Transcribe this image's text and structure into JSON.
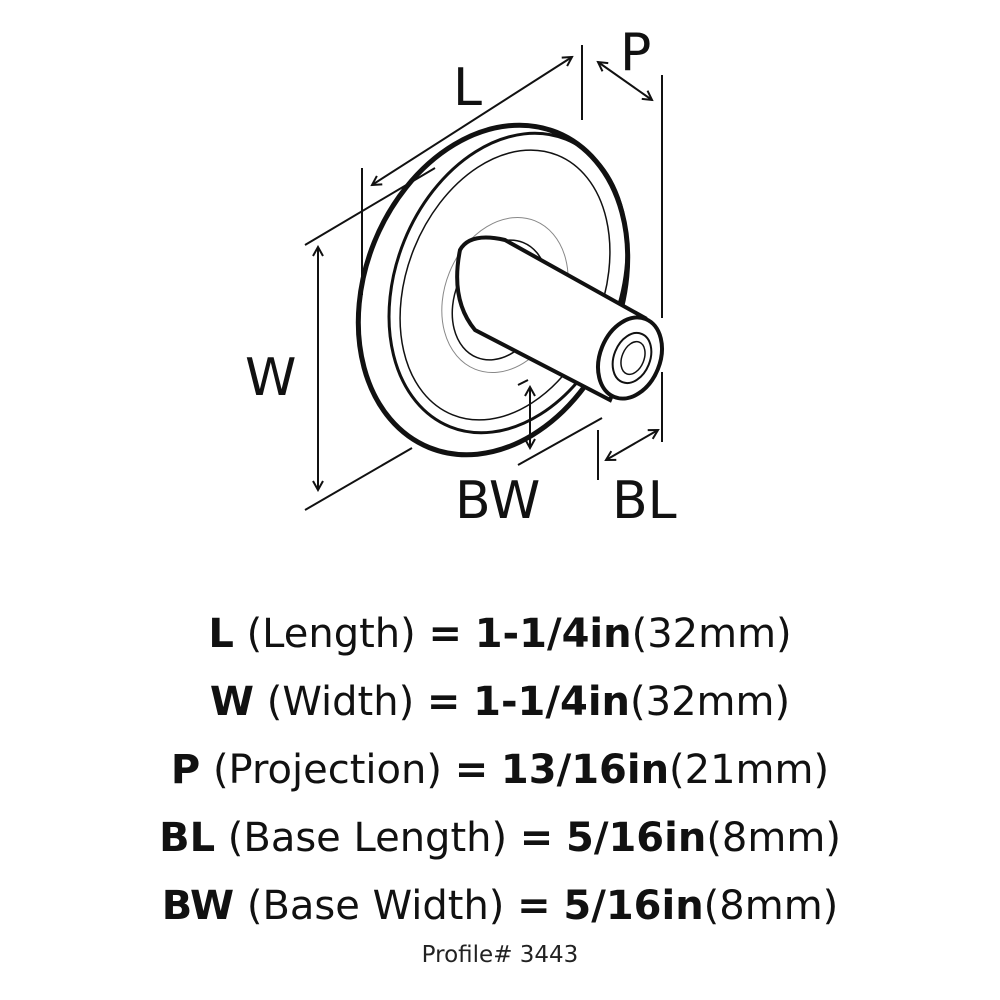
{
  "diagram": {
    "labels": {
      "L": "L",
      "P": "P",
      "W": "W",
      "BW": "BW",
      "BL": "BL"
    }
  },
  "specs": [
    {
      "abbr": "L",
      "name": "(Length)",
      "eq": "=",
      "value": "1-1/4in",
      "metric": "(32mm)"
    },
    {
      "abbr": "W",
      "name": "(Width)",
      "eq": "=",
      "value": "1-1/4in",
      "metric": "(32mm)"
    },
    {
      "abbr": "P",
      "name": "(Projection)",
      "eq": "=",
      "value": "13/16in",
      "metric": "(21mm)"
    },
    {
      "abbr": "BL",
      "name": "(Base Length)",
      "eq": "=",
      "value": "5/16in",
      "metric": "(8mm)"
    },
    {
      "abbr": "BW",
      "name": "(Base Width)",
      "eq": "=",
      "value": "5/16in",
      "metric": "(8mm)"
    }
  ],
  "profile": "Profile# 3443"
}
